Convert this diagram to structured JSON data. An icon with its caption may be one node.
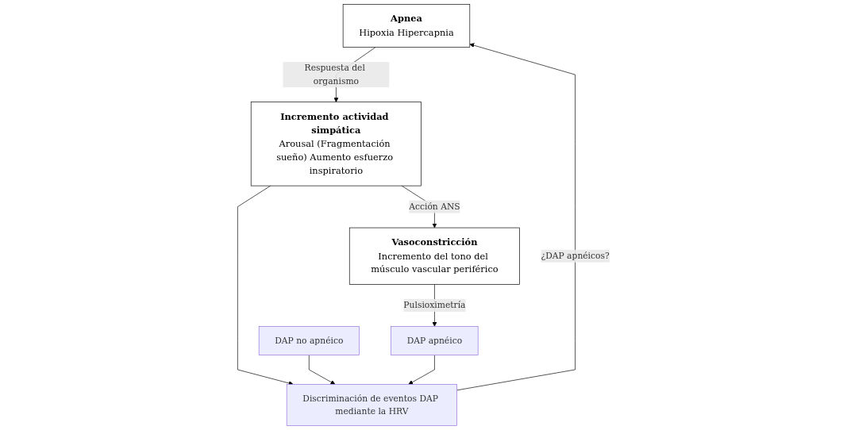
{
  "diagram": {
    "nodes": [
      {
        "text": [
          "Apnea",
          "Hipoxia Hipercapnia"
        ]
      },
      {
        "text": [
          "Incremento actividad simpática",
          "Arousal (Fragmentación sueño) Aumento esfuerzo inspiratorio"
        ]
      },
      {
        "text": [
          "Discriminación de eventos DAP mediante la HRV"
        ]
      },
      {
        "text": [
          "DAP no apnéico"
        ]
      },
      {
        "text": [
          "DAP apnéico"
        ]
      },
      {
        "text": [
          "Vasoconstricción",
          "Incremento del tono del músculo vascular periférico"
        ]
      }
    ],
    "edges": [
      {
        "from": 0,
        "to": 1,
        "arrow": "to",
        "label": "Respuesta del organismo"
      },
      {
        "from": 1,
        "to": 2,
        "arrow": "to"
      },
      {
        "from": 1,
        "to": 5,
        "arrow": "to",
        "label": "Acción ANS"
      },
      {
        "from": 2,
        "to": 0,
        "arrow": "to",
        "label": "¿DAP apnéicos?"
      },
      {
        "from": 3,
        "to": 2,
        "arrow": "to"
      },
      {
        "from": 4,
        "to": 2,
        "arrow": "to"
      },
      {
        "from": 5,
        "to": 4,
        "arrow": "to",
        "label": "Pulsioximetría"
      }
    ]
  }
}
